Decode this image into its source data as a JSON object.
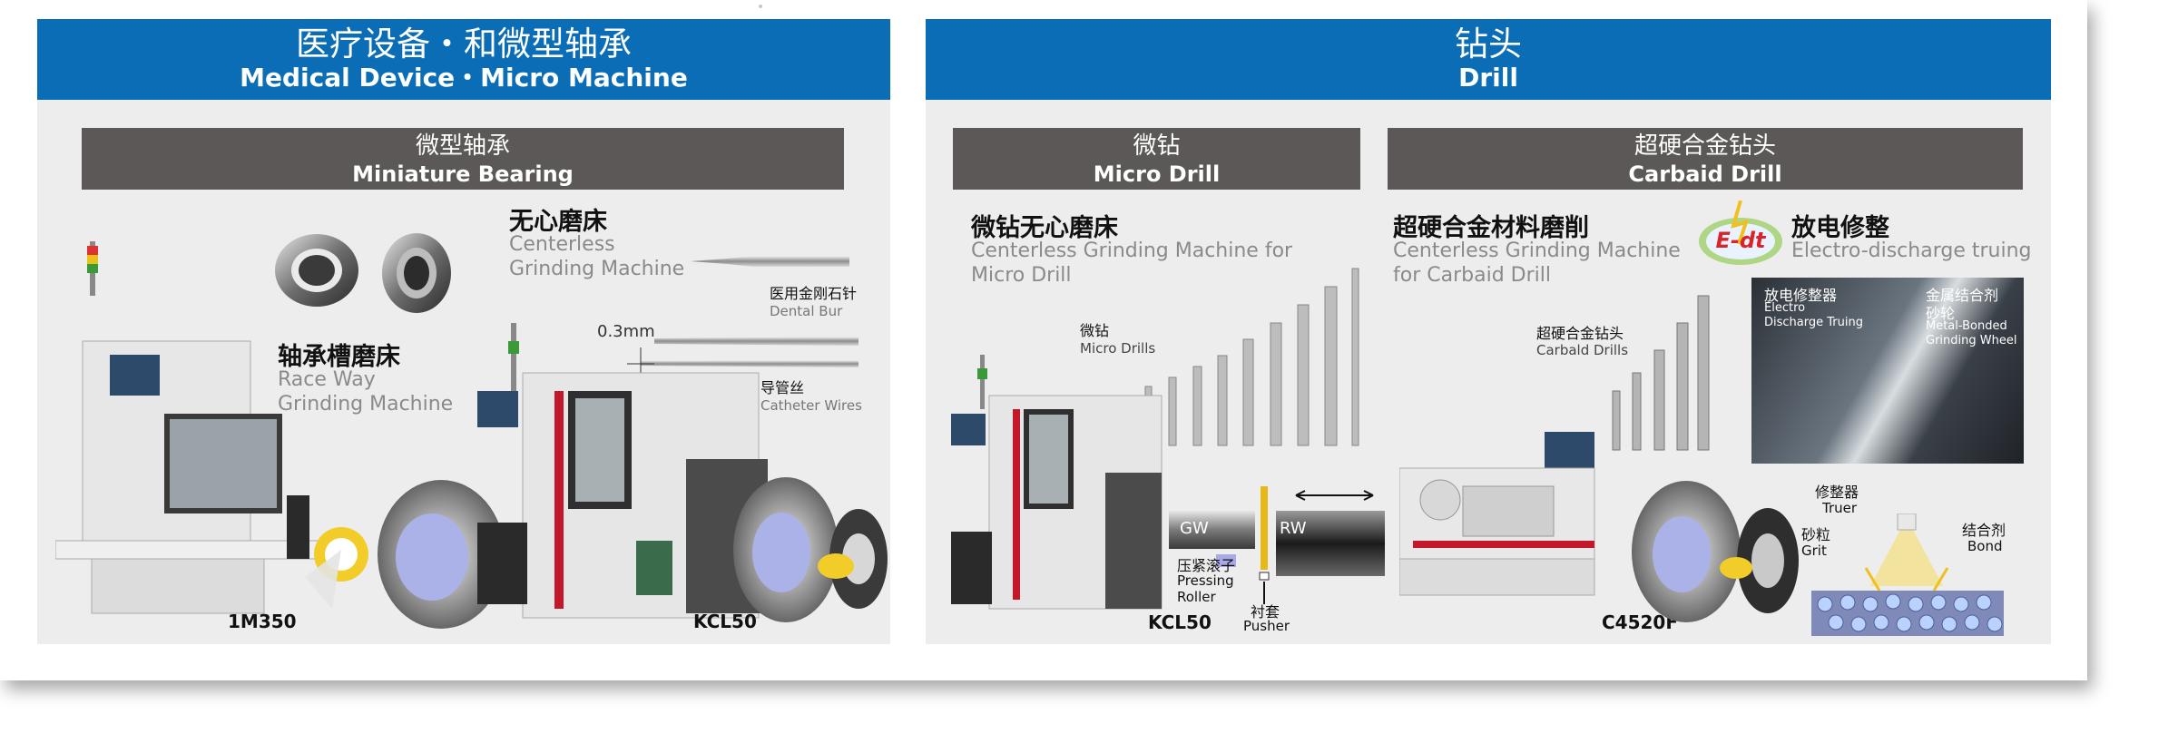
{
  "left": {
    "banner": {
      "cn": "医疗设备・和微型轴承",
      "en": "Medical Device・Micro Machine"
    },
    "subbar": {
      "cn": "微型轴承",
      "en": "Miniature Bearing"
    },
    "centerless": {
      "cn": "无心磨床",
      "en1": "Centerless",
      "en2": "Grinding Machine"
    },
    "raceway": {
      "cn": "轴承槽磨床",
      "en1": "Race Way",
      "en2": "Grinding Machine"
    },
    "dental_bur": {
      "cn": "医用金刚石针",
      "en": "Dental Bur"
    },
    "dimension": "0.3mm",
    "catheter": {
      "cn": "导管丝",
      "en": "Catheter Wires"
    },
    "models": [
      "1M350",
      "KCL50"
    ]
  },
  "right": {
    "banner": {
      "cn": "钻头",
      "en": "Drill"
    },
    "micro_bar": {
      "cn": "微钻",
      "en": "Micro Drill"
    },
    "carbide_bar": {
      "cn": "超硬合金钻头",
      "en": "Carbaid Drill"
    },
    "micro_head": {
      "cn": "微钻无心磨床",
      "en1": "Centerless Grinding Machine for",
      "en2": "Micro Drill"
    },
    "carbide_head": {
      "cn": "超硬合金材料磨削",
      "en1": "Centerless Grinding Machine",
      "en2": "for Carbaid Drill"
    },
    "edt_logo": "E-dt",
    "edm_head": {
      "cn": "放电修整",
      "en": "Electro-discharge truing"
    },
    "micro_drills": {
      "cn": "微钻",
      "en": "Micro Drills"
    },
    "carbide_drills": {
      "cn": "超硬合金钻头",
      "en": "Carbald Drills"
    },
    "gw": "GW",
    "rw": "RW",
    "roller": {
      "cn": "压紧滚子",
      "en1": "Pressing",
      "en2": "Roller"
    },
    "pusher": {
      "cn": "衬套",
      "en": "Pusher"
    },
    "edm_photo": {
      "left_cn": "放电修整器",
      "left_en1": "Electro",
      "left_en2": "Discharge Truing",
      "right_cn1": "金属结合剂",
      "right_cn2": "砂轮",
      "right_en1": "Metal-Bonded",
      "right_en2": "Grinding Wheel"
    },
    "truer": {
      "cn": "修整器",
      "en": "Truer"
    },
    "grit": {
      "cn": "砂粒",
      "en": "Grit"
    },
    "bond": {
      "cn": "结合剂",
      "en": "Bond"
    },
    "models": [
      "KCL50",
      "C4520F"
    ]
  },
  "colors": {
    "banner": "#0b6db6",
    "subbar": "#5b5857",
    "panel": "#ededed",
    "edt_red": "#d8252b"
  }
}
